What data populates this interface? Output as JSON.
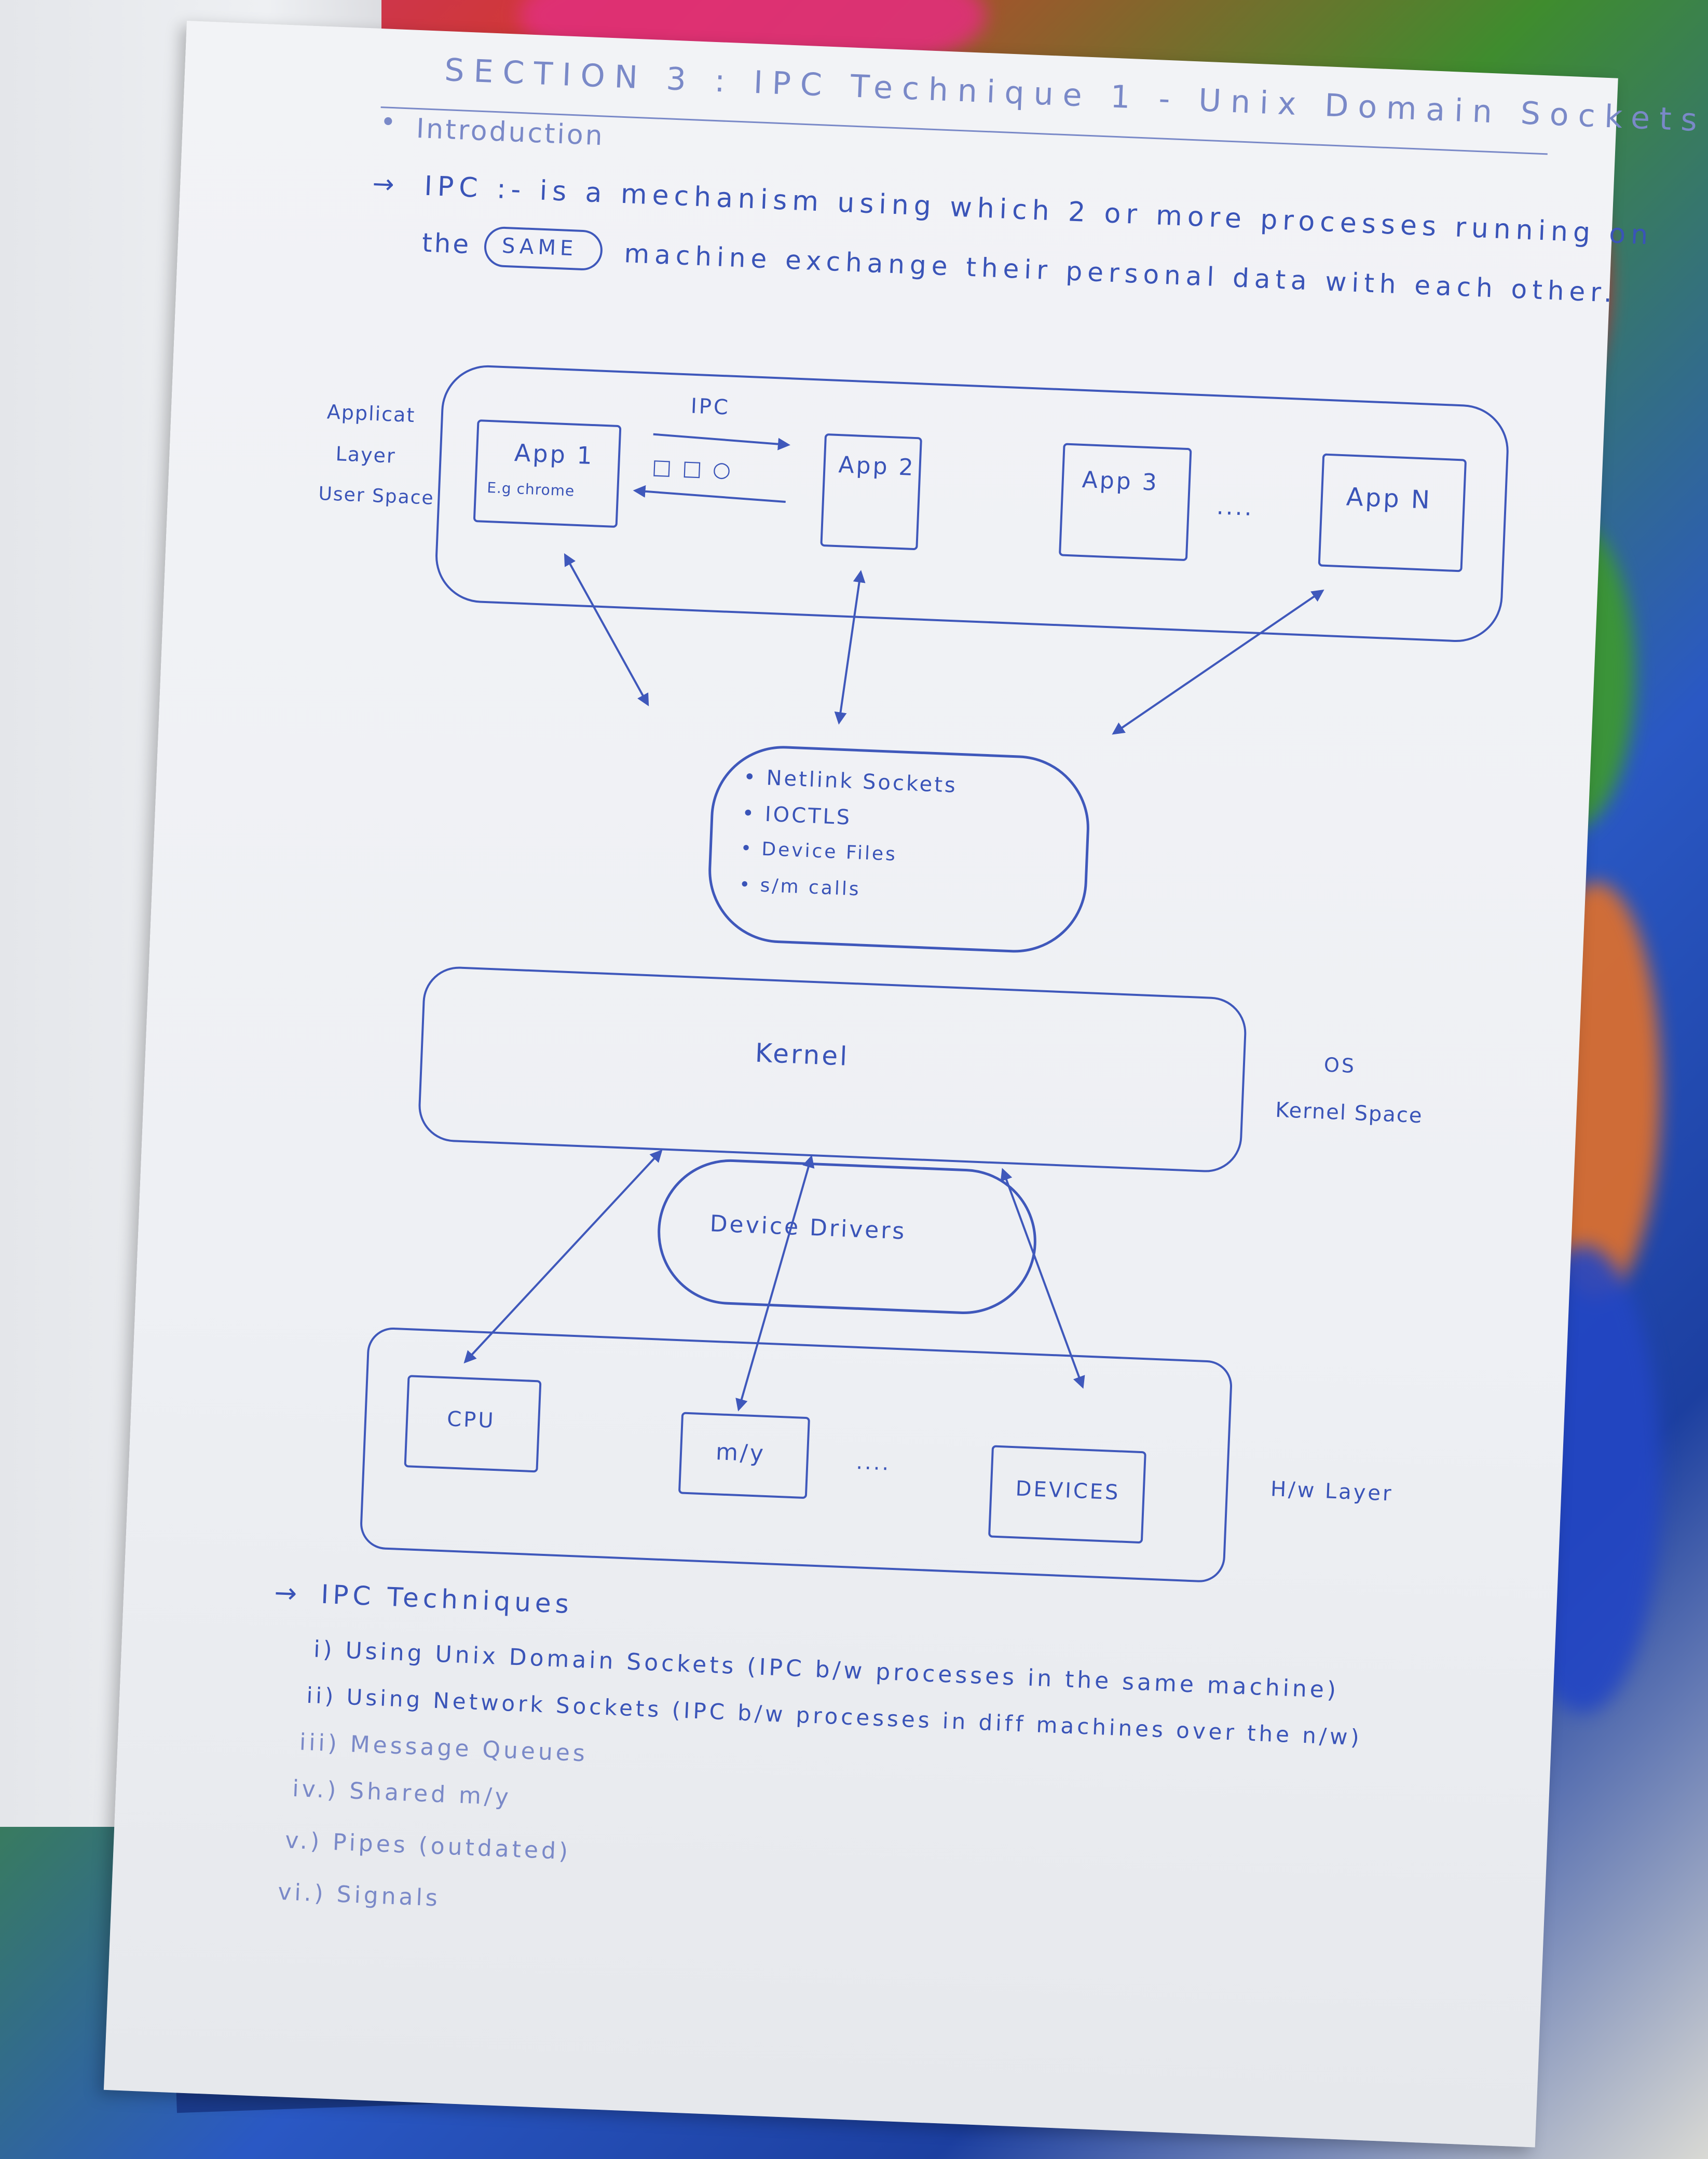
{
  "heading": {
    "section": "SECTION 3 : IPC Technique 1 - Unix Domain Sockets",
    "bullet": "Introduction"
  },
  "definition": {
    "arrow": "→",
    "line1": "IPC :- is a mechanism using which 2 or more processes running on",
    "line2_pre": "the",
    "highlight": "SAME",
    "line2_post": "machine exchange their personal data with each other."
  },
  "diagram": {
    "app_layer_label": [
      "Applicat",
      "Layer",
      "User Space"
    ],
    "ipc_label": "IPC",
    "app1": "App 1",
    "app1_example": "E.g chrome",
    "app2": "App 2",
    "app3": "App 3",
    "appn": "App N",
    "ellipsis": "....",
    "kernel_interfaces": [
      "• Netlink Sockets",
      "• IOCTLS",
      "• Device Files",
      "• s/m calls"
    ],
    "kernel": "Kernel",
    "os_label": [
      "OS",
      "Kernel Space"
    ],
    "drivers": "Device Drivers",
    "cpu": "CPU",
    "memory": "m/y",
    "devices": "DEVICES",
    "hw_ellipsis": "....",
    "hw_label": "H/w Layer"
  },
  "techniques": {
    "title": "IPC Techniques",
    "items": [
      "i) Using Unix Domain Sockets (IPC b/w processes in the same machine)",
      "ii) Using Network Sockets (IPC b/w processes in diff machines over the n/w)",
      "iii) Message Queues",
      "iv.) Shared m/y",
      "v.) Pipes (outdated)",
      "vi.) Signals"
    ]
  },
  "colors": {
    "ink": "#3a54b8",
    "paper": "#f0f1f5"
  }
}
